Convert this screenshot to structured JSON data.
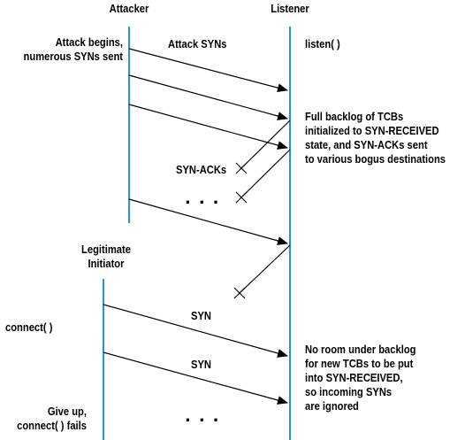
{
  "columns": {
    "attacker": "Attacker",
    "listener": "Listener",
    "initiator": [
      "Legitimate",
      "Initiator"
    ]
  },
  "messages": {
    "attack_syns": "Attack SYNs",
    "syn_acks": "SYN-ACKs",
    "syn_1": "SYN",
    "syn_2": "SYN",
    "ellipsis": "..."
  },
  "notes": {
    "attack_begins": [
      "Attack begins,",
      "numerous SYNs sent"
    ],
    "listen": "listen( )",
    "backlog": [
      "Full backlog of TCBs",
      "initialized to SYN-RECEIVED",
      "state, and SYN-ACKs sent",
      "to various bogus destinations"
    ],
    "connect": "connect( )",
    "no_room": [
      "No room under backlog",
      "for new TCBs to be put",
      "into SYN-RECEIVED,",
      "so incoming SYNs",
      "are ignored"
    ],
    "give_up": [
      "Give up,",
      "connect( ) fails"
    ]
  },
  "colors": {
    "timeline": "#1a9ad6",
    "arrow": "#000000",
    "text": "#000000"
  }
}
